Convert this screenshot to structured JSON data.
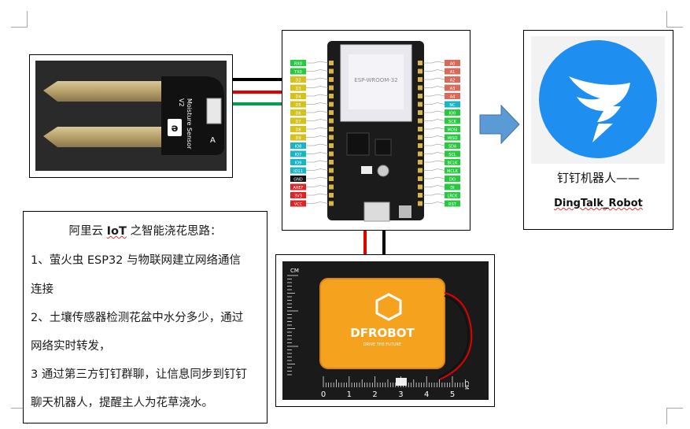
{
  "robot_panel": {
    "caption": "钉钉机器人——",
    "robot_name": "DingTalk_Robot"
  },
  "sensor_board": {
    "label_line1": "Moisture Sensor",
    "label_line2": "V2",
    "pin_label": "A"
  },
  "esp32_board": {
    "module_label": "ESP-WROOM-32",
    "left_pins": [
      "RX0",
      "TX0",
      "D2",
      "D3",
      "D4",
      "D5",
      "D6",
      "D7",
      "D8",
      "D9",
      "IO8",
      "IO7",
      "IO9",
      "IO11",
      "GND",
      "AREF",
      "3V3",
      "VCC"
    ],
    "right_pins": [
      "A0",
      "A1",
      "A2",
      "A3",
      "A4",
      "NC",
      "IO0",
      "SCK",
      "MOSI",
      "MISO",
      "SDA",
      "SCL",
      "BCLK",
      "MCLK",
      "DO",
      "DI",
      "LRCK",
      "RST"
    ]
  },
  "battery": {
    "brand": "DFROBOT",
    "slogan": "DRIVE THE FUTURE",
    "ruler_unit": "CM",
    "ruler_numbers": [
      "0",
      "1",
      "2",
      "3",
      "4",
      "5"
    ],
    "vertical_ruler_unit": "CM"
  },
  "notes": {
    "title_prefix": "阿里云 ",
    "title_iot": "IoT",
    "title_suffix": " 之智能浇花思路：",
    "line1": "1、萤火虫 ESP32 与物联网建立网络通信",
    "line1_cont": "连接",
    "line2": "2、土壤传感器检测花盆中水分多少，通过",
    "line2_cont": "网络实时转发，",
    "line3": "3 通过第三方钉钉群聊，让信息同步到钉钉",
    "line3_cont": "聊天机器人，提醒主人为花草浇水。"
  },
  "colors": {
    "wire_black": "#000000",
    "wire_red": "#e00000",
    "wire_green": "#00a04a",
    "arrow_blue": "#5b9bd5",
    "dingtalk_blue": "#1e8ff0",
    "battery_orange": "#f5a21f",
    "pin_green": "#27c93f",
    "pin_yellow": "#d4c21a",
    "pin_cyan": "#18b6c4",
    "pin_red": "#e02222",
    "pin_black": "#111111",
    "pin_salmon": "#d86a5a"
  }
}
